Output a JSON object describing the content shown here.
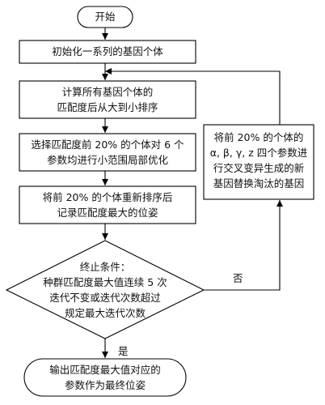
{
  "nodes": {
    "start": {
      "label": "开始"
    },
    "init": {
      "label": "初始化一系列的基因个体"
    },
    "compute": {
      "lines": [
        "计算所有基因个体的",
        "匹配度后从大到小排序"
      ]
    },
    "select": {
      "lines": [
        "选择匹配度前 20% 的个体对 6 个",
        "参数均进行小范围局部优化"
      ]
    },
    "resort": {
      "lines": [
        "将前 20% 的个体重新排序后",
        "记录匹配度最大的位姿"
      ]
    },
    "condition": {
      "lines": [
        "终止条件：",
        "种群匹配度最大值连续 5 次",
        "迭代不变或迭代次数超过",
        "规定最大迭代次数"
      ]
    },
    "output": {
      "lines": [
        "输出匹配度最大值对应的",
        "参数作为最终位姿"
      ]
    },
    "crossover": {
      "lines": [
        "将前 20% 的个体的",
        "α, β, γ, z 四个参数进",
        "行交叉变异生成的新",
        "基因替换淘汰的基因"
      ]
    }
  },
  "edges": {
    "yes": "是",
    "no": "否"
  }
}
